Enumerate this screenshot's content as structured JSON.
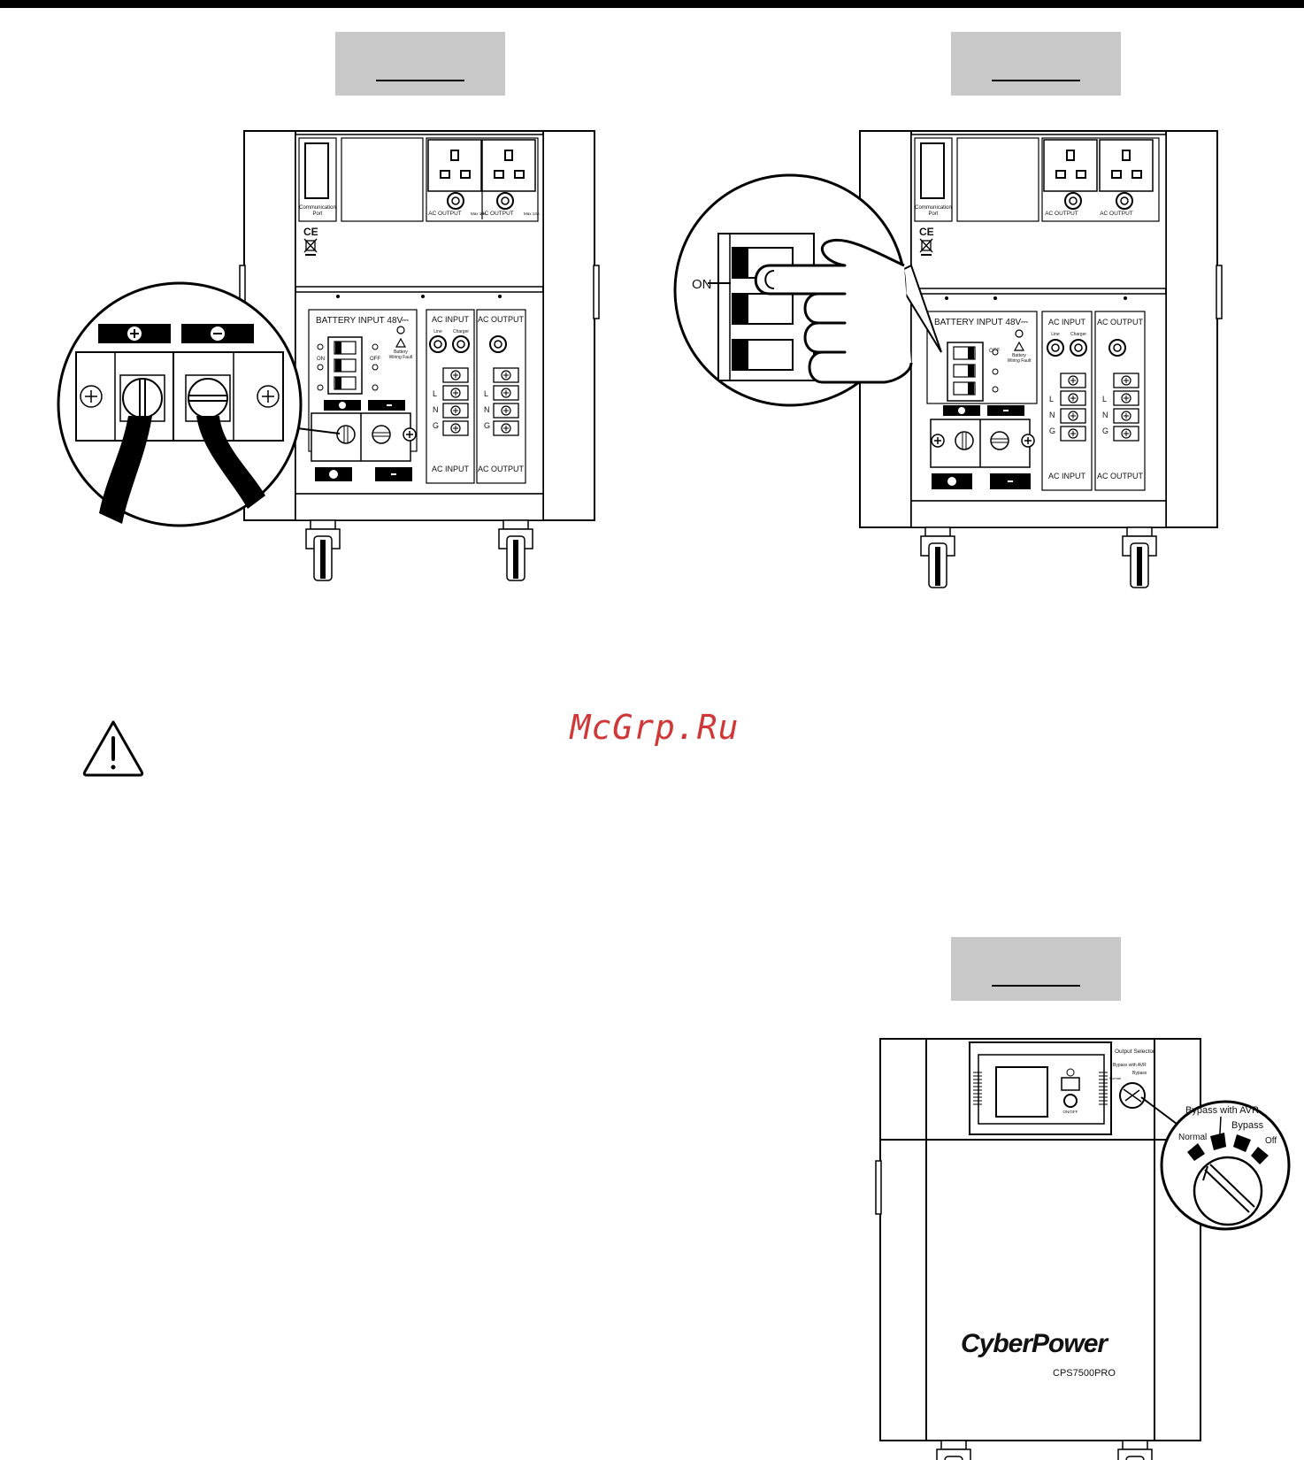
{
  "labels": {
    "comm_port": "Communication Port",
    "comm_port_l1": "Communication",
    "comm_port_l2": "Port",
    "ac_output_small": "AC OUTPUT",
    "max_note": "Max 13A",
    "battery_input": "BATTERY INPUT 48V",
    "dc_symbol": "⎓",
    "battery_wiring_fault_l1": "Battery",
    "battery_wiring_fault_l2": "Wiring Fault",
    "on": "ON",
    "off": "OFF",
    "ac_input": "AC INPUT",
    "ac_output": "AC OUTPUT",
    "line": "Line",
    "charger": "Charger",
    "L": "L",
    "N": "N",
    "G": "G",
    "plus": "+",
    "minus": "−",
    "ce": "CE",
    "on_big": "ON",
    "output_selector": "Output Selector",
    "bypass_with_avr": "Bypass with AVR",
    "bypass": "Bypass",
    "normal": "Normal",
    "off_sel": "Off",
    "brand": "CyberPower",
    "model": "CPS7500PRO",
    "power_btn": "ON/OFF"
  },
  "watermark": "McGrp.Ru",
  "icons": [
    "warning-icon",
    "ce-mark-icon",
    "weee-bin-icon",
    "plus-icon",
    "minus-icon",
    "breaker-switch-icon",
    "knob-icon"
  ]
}
